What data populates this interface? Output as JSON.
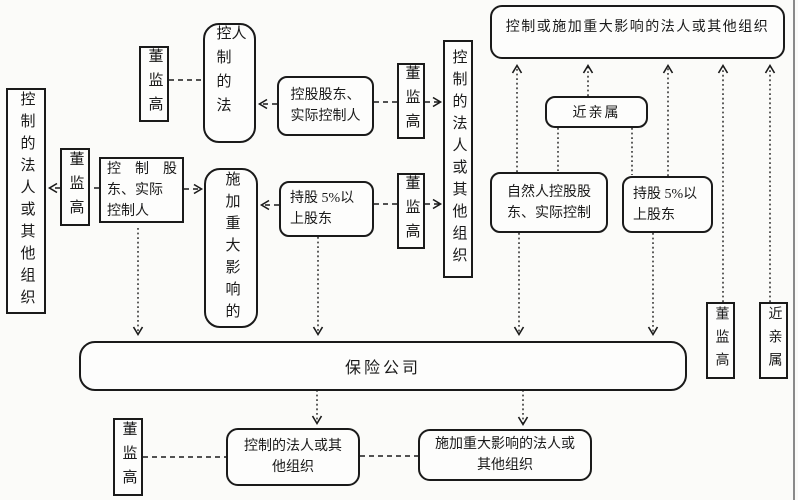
{
  "colors": {
    "ink": "#1a1a1a",
    "background": "#fbfbf9"
  },
  "nodes": {
    "controlled_org_left": {
      "label": "控制的法人或其他组织"
    },
    "djg_left": {
      "label": "董监高"
    },
    "controlling_shareholder_left": {
      "label": "控　制　股\n东、实际\n控制人"
    },
    "djg_top": {
      "label": "董监高"
    },
    "controlled_legal_person": {
      "label": "控制的法人"
    },
    "controlling_shareholder_top": {
      "label": "控股股东、\n实际控制人"
    },
    "major_influence": {
      "label": "施加重大影响的"
    },
    "shareholder5_left": {
      "label": "持股 5%以\n上股东"
    },
    "djg_mid_upper": {
      "label": "董监高"
    },
    "djg_mid_lower": {
      "label": "董监高"
    },
    "controlled_org_mid": {
      "label": "控制的法人或其他组织"
    },
    "top_org": {
      "label": "控制或施加重大影响的法人或其他组织"
    },
    "close_relatives_top": {
      "label": "近亲属"
    },
    "natural_person_controller": {
      "label": "自然人控股股\n东、实际控制"
    },
    "shareholder5_right": {
      "label": "持股 5%以\n上股东"
    },
    "djg_right": {
      "label": "董监高"
    },
    "close_relatives_right": {
      "label": "近亲属"
    },
    "insurance_company": {
      "label": "保险公司"
    },
    "djg_bottom": {
      "label": "董监高"
    },
    "controlled_org_bottom": {
      "label": "控制的法人或其\n他组织"
    },
    "major_influence_org_bottom": {
      "label": "施加重大影响的法人或\n其他组织"
    }
  }
}
